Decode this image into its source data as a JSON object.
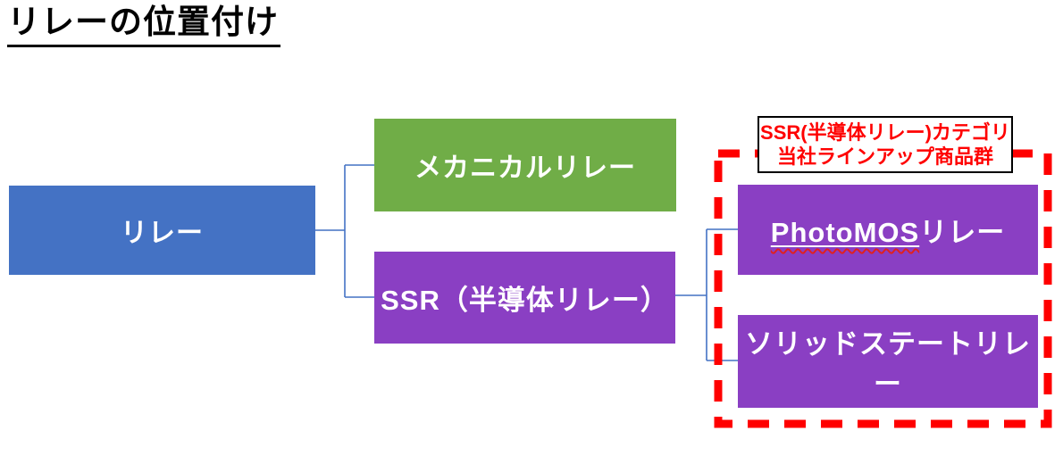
{
  "title": "リレーの位置付け",
  "colors": {
    "root_blue": "#4472C4",
    "mechanical_green": "#70AD47",
    "ssr_purple": "#8A3FC3",
    "connector_blue": "#4472C4",
    "highlight_red": "#FF0000",
    "callout_text_red": "#FF0000",
    "text_white": "#FFFFFF",
    "title_black": "#000000"
  },
  "nodes": {
    "root": "リレー",
    "mechanical": "メカニカルリレー",
    "ssr": "SSR（半導体リレー）",
    "photomos_main": "PhotoMOS",
    "photomos_suffix": "リレー",
    "solid_state": "ソリッドステートリレー"
  },
  "callout": {
    "line1": "SSR(半導体リレー)カテゴリ",
    "line2": "当社ラインアップ商品群"
  }
}
